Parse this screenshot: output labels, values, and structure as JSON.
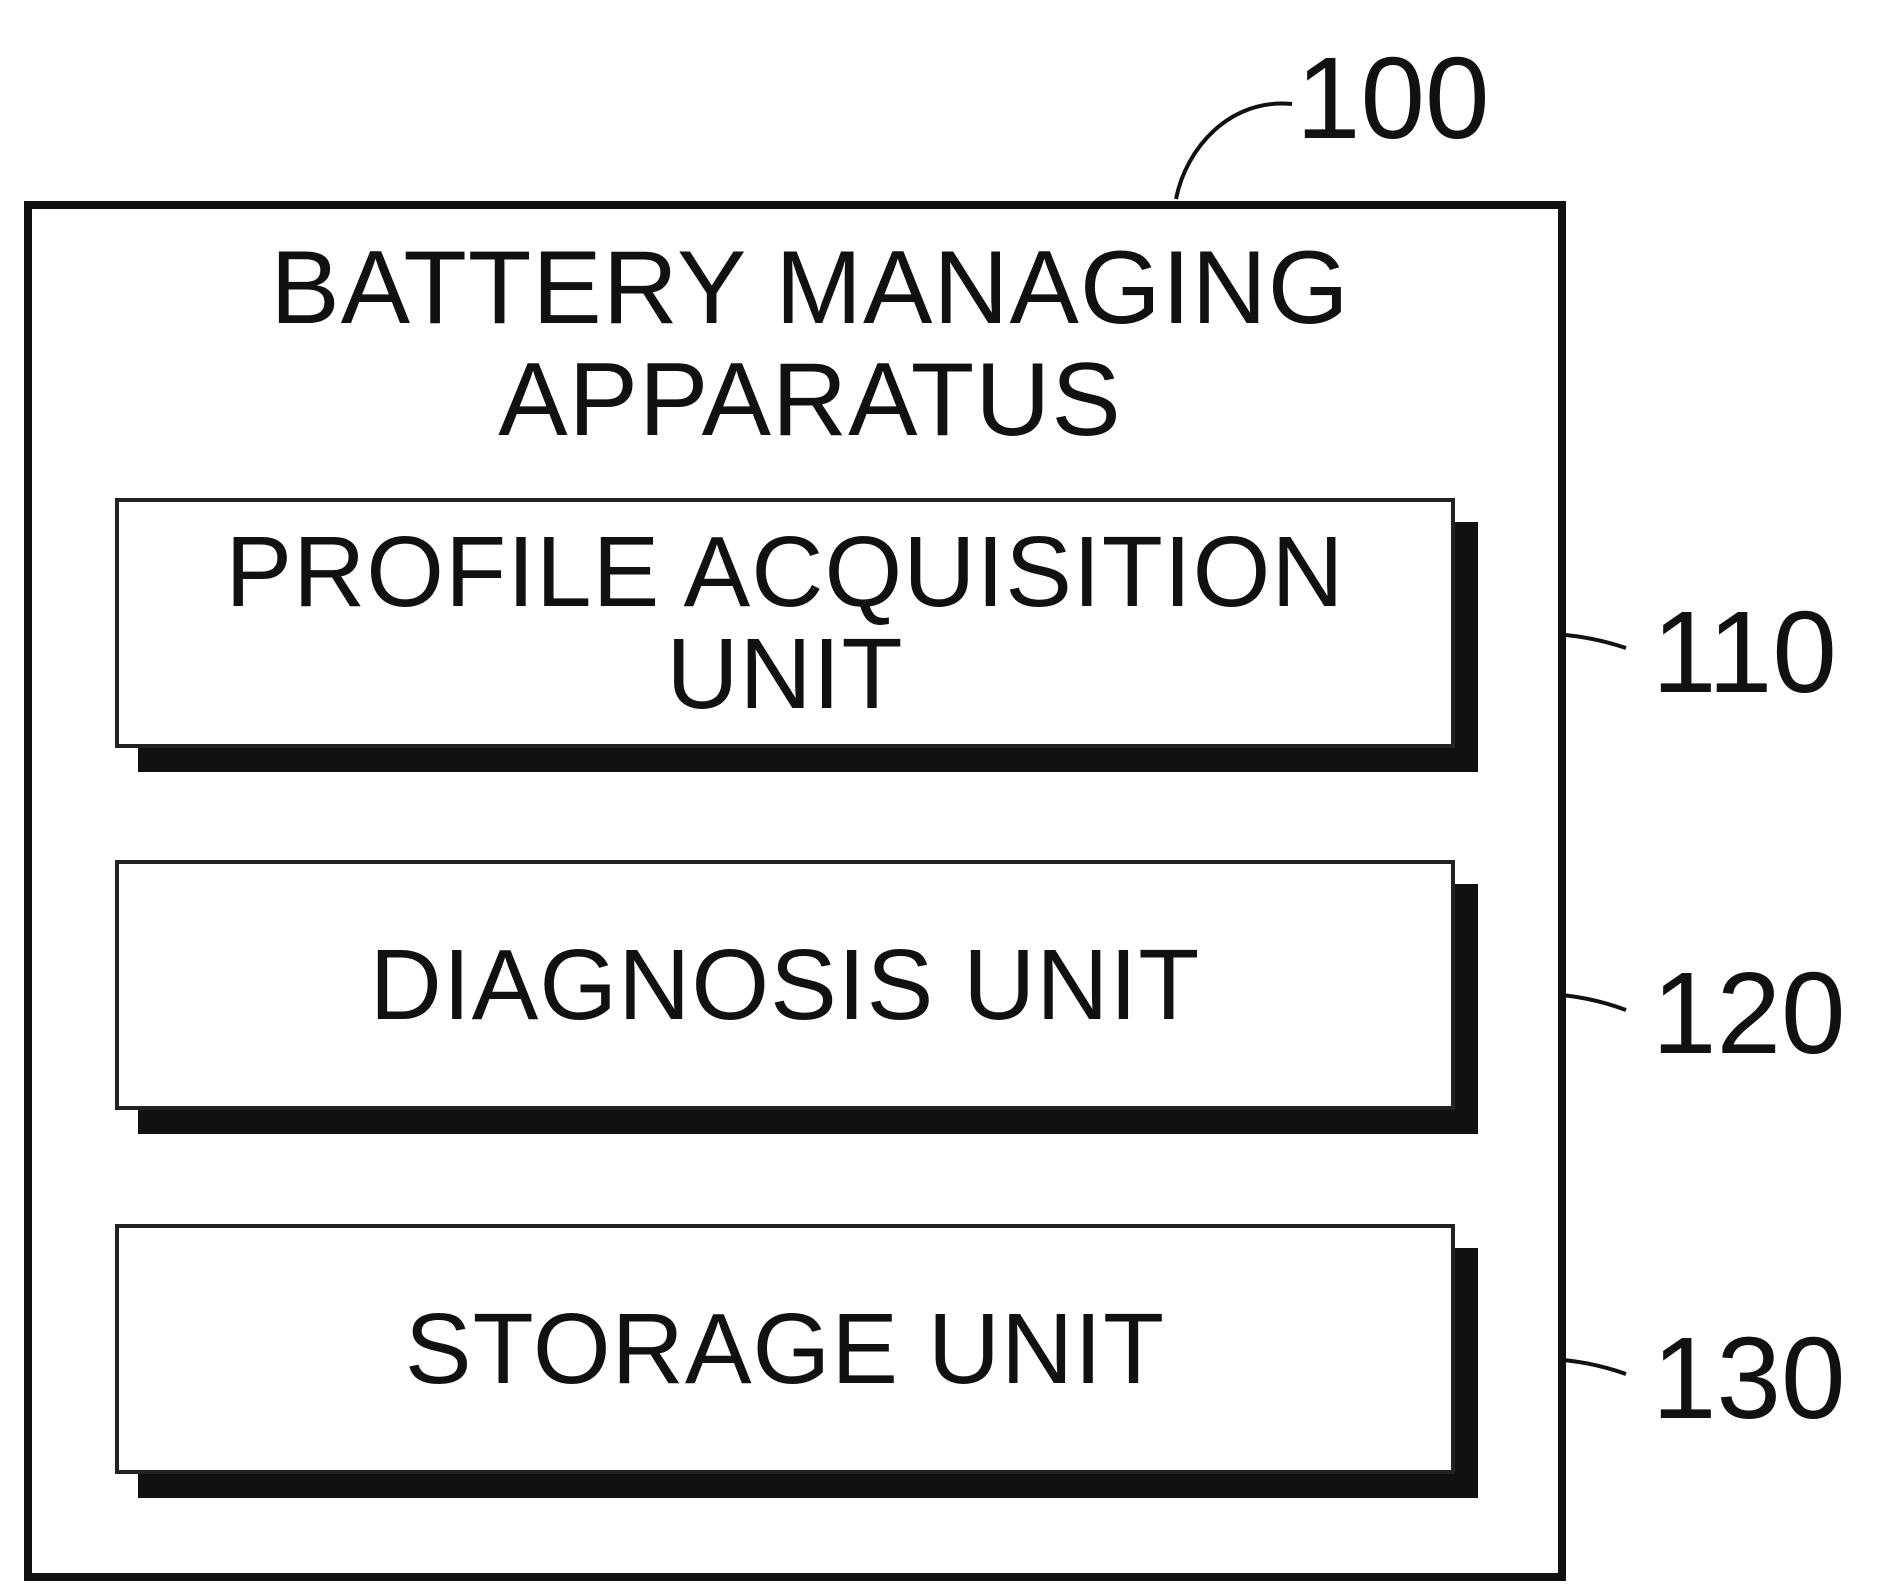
{
  "apparatus": {
    "ref": "100",
    "title_lines": [
      "BATTERY MANAGING",
      "APPARATUS"
    ]
  },
  "units": [
    {
      "ref": "110",
      "lines": [
        "PROFILE ACQUISITION",
        "UNIT"
      ]
    },
    {
      "ref": "120",
      "lines": [
        "DIAGNOSIS UNIT"
      ]
    },
    {
      "ref": "130",
      "lines": [
        "STORAGE UNIT"
      ]
    }
  ]
}
